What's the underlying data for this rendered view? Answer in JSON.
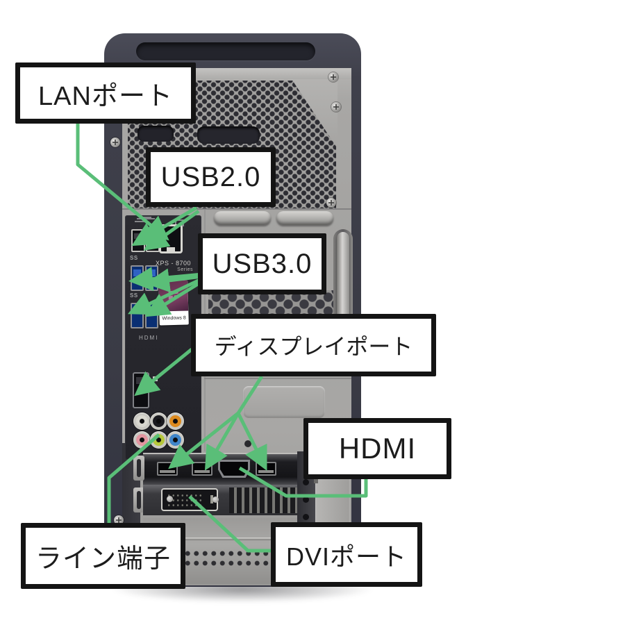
{
  "colors": {
    "accent_green": "#5abe78",
    "label_bg": "#ffffff",
    "label_border": "#141414",
    "label_text": "#1c1c1c",
    "tower_shell": "#3f404b",
    "metal_panel": "#a7a6a4"
  },
  "annotations": {
    "lan": {
      "text": "LANポート",
      "target": "lan-port"
    },
    "usb2": {
      "text": "USB2.0",
      "target": "usb2-ports"
    },
    "usb3": {
      "text": "USB3.0",
      "target": "usb3-ports"
    },
    "displayport": {
      "text": "ディスプレイポート",
      "target": "mini-displayport-ports"
    },
    "hdmi": {
      "text": "HDMI",
      "target": "hdmi-port"
    },
    "line_jack": {
      "text": "ライン端子",
      "target": "line-out-jack"
    },
    "dvi": {
      "text": "DVIポート",
      "target": "dvi-port"
    }
  },
  "io_panel": {
    "model": "XPS - 8700",
    "model_series": "Series",
    "usb3_marking": "SS",
    "hdmi_marking": "HDMI",
    "sticker_text": "Windows 8"
  },
  "audio_jack_styles": {
    "jack1": "background:#d8d7cf",
    "jack2": "background:#1a1a1f",
    "jack3": "background:#dd8a1e",
    "jack4": "background:#e295a0",
    "jack5": "background:#b7c83a",
    "jack6": "background:#3f85c9"
  }
}
